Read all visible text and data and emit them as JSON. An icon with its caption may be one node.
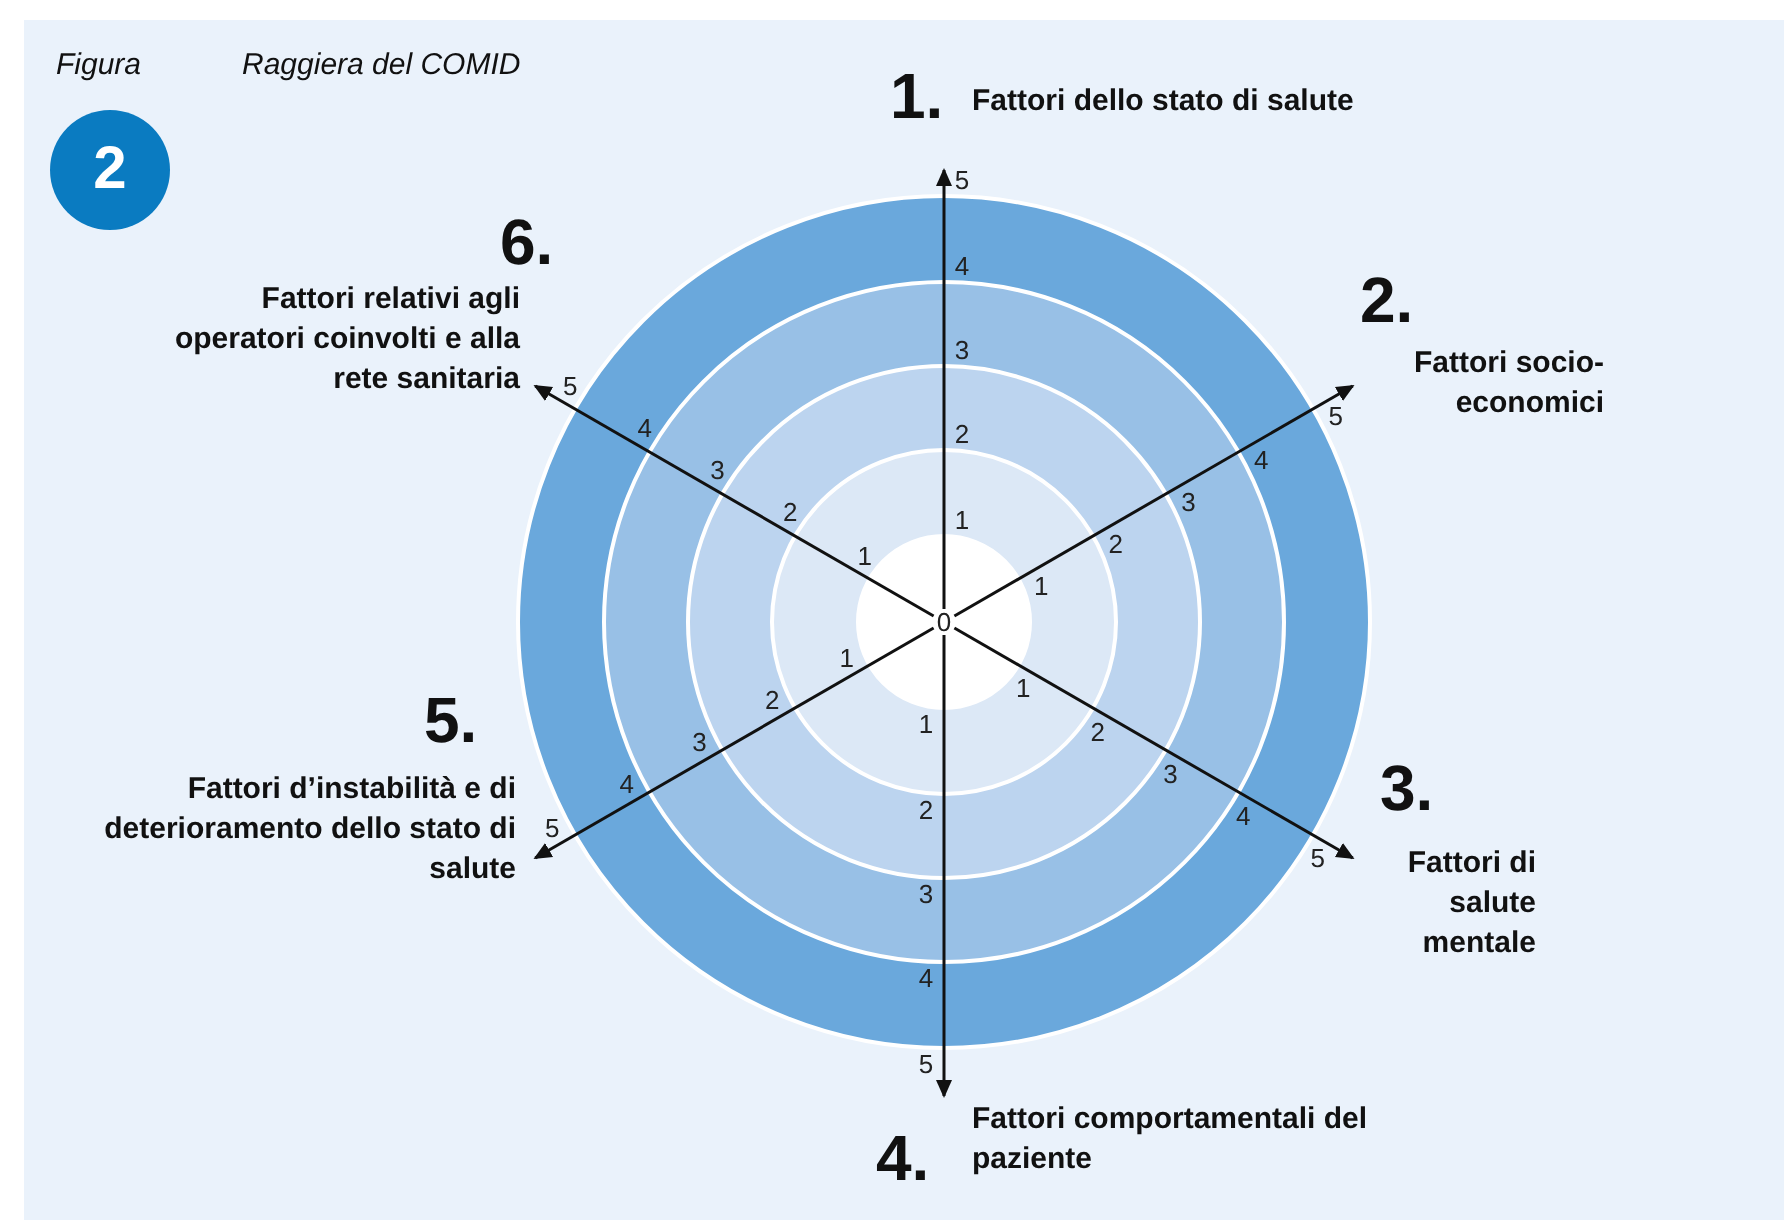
{
  "diagram": {
    "title": "Raggiera del COMID",
    "labels": [
      "Figura",
      "2",
      "0",
      "1.",
      "Fattori dello stato di salute",
      "1",
      "2",
      "3",
      "4",
      "5",
      "2.",
      "Fattori socio-economici",
      "1",
      "2",
      "3",
      "4",
      "5",
      "3.",
      "Fattori di salute mentale",
      "1",
      "2",
      "3",
      "4",
      "5",
      "4.",
      "Fattori comportamentali del paziente",
      "1",
      "2",
      "3",
      "4",
      "5",
      "5.",
      "Fattori d’instabilità e di deterioramento dello stato di salute",
      "1",
      "2",
      "3",
      "4",
      "5",
      "6.",
      "Fattori relativi agli operatori coinvolti e alla rete sanitaria",
      "1",
      "2",
      "3",
      "4",
      "5"
    ]
  }
}
